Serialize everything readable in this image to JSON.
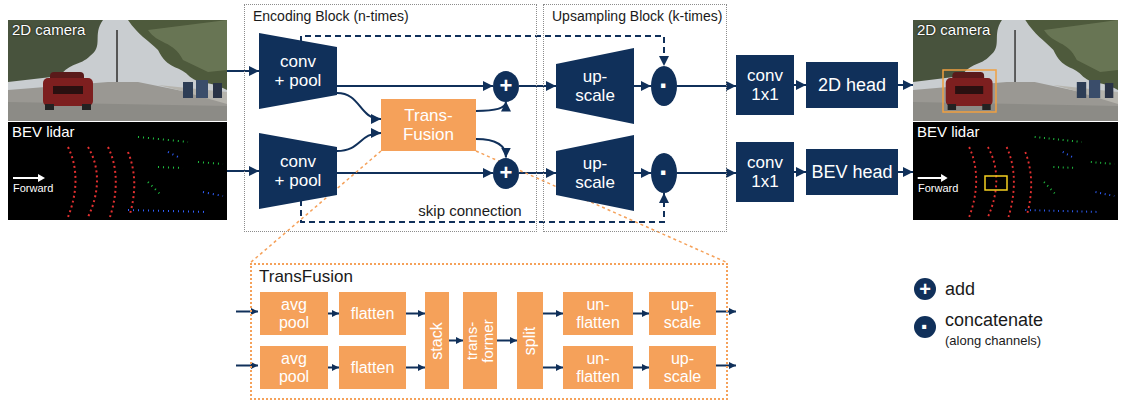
{
  "diagram": {
    "nodes": [
      {
        "text": [
          "Encoding Block (n-times)"
        ]
      },
      {
        "text": [
          "Upsampling Block (k-times)"
        ]
      },
      {
        "text": [
          "2D camera"
        ]
      },
      {
        "text": [
          "BEV lidar",
          "Forward"
        ]
      },
      {
        "text": [
          "conv + pool"
        ],
        "in": 0
      },
      {
        "text": [
          "conv + pool"
        ],
        "in": 0
      },
      {
        "text": [
          "Trans-Fusion"
        ],
        "in": 0
      },
      {
        "text": [
          "+"
        ],
        "in": 0
      },
      {
        "text": [
          "+"
        ],
        "in": 0
      },
      {
        "text": [
          "up-scale"
        ],
        "in": 1
      },
      {
        "text": [
          "up-scale"
        ],
        "in": 1
      },
      {
        "text": [
          "·"
        ],
        "in": 1
      },
      {
        "text": [
          "·"
        ],
        "in": 1
      },
      {
        "text": [
          "conv 1x1"
        ]
      },
      {
        "text": [
          "conv 1x1"
        ]
      },
      {
        "text": [
          "2D head"
        ]
      },
      {
        "text": [
          "BEV head"
        ]
      },
      {
        "text": [
          "2D camera"
        ]
      },
      {
        "text": [
          "BEV lidar",
          "Forward"
        ]
      },
      {
        "text": [
          "TransFusion"
        ]
      },
      {
        "text": [
          "avg pool"
        ],
        "in": 19
      },
      {
        "text": [
          "flatten"
        ],
        "in": 19
      },
      {
        "text": [
          "avg pool"
        ],
        "in": 19
      },
      {
        "text": [
          "flatten"
        ],
        "in": 19
      },
      {
        "text": [
          "stack"
        ],
        "in": 19
      },
      {
        "text": [
          "trans-former"
        ],
        "in": 19
      },
      {
        "text": [
          "split"
        ],
        "in": 19
      },
      {
        "text": [
          "un-flatten"
        ],
        "in": 19
      },
      {
        "text": [
          "up-scale"
        ],
        "in": 19
      },
      {
        "text": [
          "un-flatten"
        ],
        "in": 19
      },
      {
        "text": [
          "up-scale"
        ],
        "in": 19
      }
    ],
    "edges": [
      {
        "from": 2,
        "to": 4,
        "arrow": "to"
      },
      {
        "from": 3,
        "to": 5,
        "arrow": "to"
      },
      {
        "from": 4,
        "to": 7,
        "arrow": "to"
      },
      {
        "from": 4,
        "to": 6,
        "arrow": "to"
      },
      {
        "from": 5,
        "to": 8,
        "arrow": "to"
      },
      {
        "from": 5,
        "to": 6,
        "arrow": "to"
      },
      {
        "from": 6,
        "to": 7,
        "arrow": "to"
      },
      {
        "from": 6,
        "to": 8,
        "arrow": "to"
      },
      {
        "from": 7,
        "to": 9,
        "arrow": "to"
      },
      {
        "from": 8,
        "to": 10,
        "arrow": "to"
      },
      {
        "from": 9,
        "to": 11,
        "arrow": "to"
      },
      {
        "from": 10,
        "to": 12,
        "arrow": "to"
      },
      {
        "from": 4,
        "to": 11,
        "arrow": "to"
      },
      {
        "from": 5,
        "to": 12,
        "label": "skip connection",
        "arrow": "to"
      },
      {
        "from": 11,
        "to": 13,
        "arrow": "to"
      },
      {
        "from": 12,
        "to": 14,
        "arrow": "to"
      },
      {
        "from": 13,
        "to": 15,
        "arrow": "to"
      },
      {
        "from": 14,
        "to": 16,
        "arrow": "to"
      },
      {
        "from": 15,
        "to": 17,
        "arrow": "to"
      },
      {
        "from": 16,
        "to": 18,
        "arrow": "to"
      },
      {
        "from": 6,
        "to": 19,
        "arrow": "none"
      },
      {
        "from": 6,
        "to": 19,
        "arrow": "none"
      },
      {
        "from": 20,
        "to": 21,
        "arrow": "to"
      },
      {
        "from": 22,
        "to": 23,
        "arrow": "to"
      },
      {
        "from": 21,
        "to": 24,
        "arrow": "to"
      },
      {
        "from": 23,
        "to": 24,
        "arrow": "to"
      },
      {
        "from": 24,
        "to": 25,
        "arrow": "to"
      },
      {
        "from": 25,
        "to": 26,
        "arrow": "to"
      },
      {
        "from": 26,
        "to": 27,
        "arrow": "to"
      },
      {
        "from": 26,
        "to": 29,
        "arrow": "to"
      },
      {
        "from": 27,
        "to": 28,
        "arrow": "to"
      },
      {
        "from": 29,
        "to": 30,
        "arrow": "to"
      }
    ],
    "labels": [
      "+",
      "·",
      "(along channels)"
    ],
    "legend": [
      {
        "text": "add"
      },
      {
        "text": "concatenate"
      }
    ]
  }
}
